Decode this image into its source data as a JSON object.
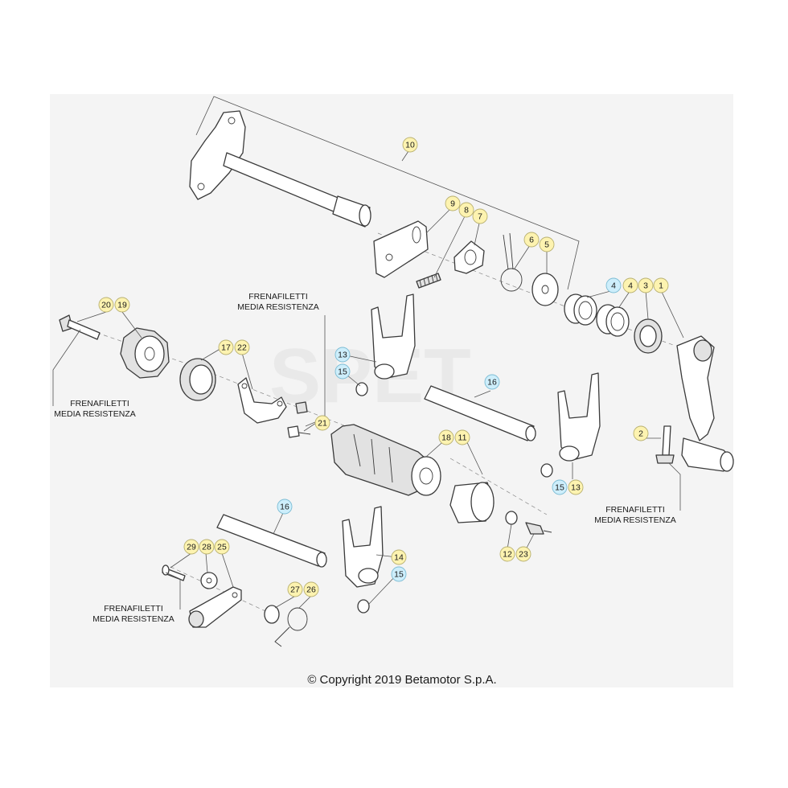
{
  "watermark": "SPET",
  "copyright": "© Copyright 2019 Betamotor S.p.A.",
  "threadlocker_note": {
    "line1": "FRENAFILETTI",
    "line2": "MEDIA RESISTENZA"
  },
  "colors": {
    "callout_yellow": "#fdf3b0",
    "callout_cyan": "#cdeefb",
    "sheet_bg": "#f4f4f4"
  },
  "callouts": [
    {
      "id": "10",
      "style": "yellow"
    },
    {
      "id": "9",
      "style": "yellow"
    },
    {
      "id": "8",
      "style": "yellow"
    },
    {
      "id": "7",
      "style": "yellow"
    },
    {
      "id": "6",
      "style": "yellow"
    },
    {
      "id": "5",
      "style": "yellow"
    },
    {
      "id": "4",
      "style": "cyan"
    },
    {
      "id": "4",
      "style": "yellow"
    },
    {
      "id": "3",
      "style": "yellow"
    },
    {
      "id": "1",
      "style": "yellow"
    },
    {
      "id": "20",
      "style": "yellow"
    },
    {
      "id": "19",
      "style": "yellow"
    },
    {
      "id": "17",
      "style": "yellow"
    },
    {
      "id": "22",
      "style": "yellow"
    },
    {
      "id": "13",
      "style": "cyan"
    },
    {
      "id": "15",
      "style": "cyan"
    },
    {
      "id": "16",
      "style": "cyan"
    },
    {
      "id": "21",
      "style": "yellow"
    },
    {
      "id": "18",
      "style": "yellow"
    },
    {
      "id": "11",
      "style": "yellow"
    },
    {
      "id": "2",
      "style": "yellow"
    },
    {
      "id": "15",
      "style": "cyan"
    },
    {
      "id": "13",
      "style": "yellow"
    },
    {
      "id": "16",
      "style": "cyan"
    },
    {
      "id": "14",
      "style": "yellow"
    },
    {
      "id": "15",
      "style": "cyan"
    },
    {
      "id": "12",
      "style": "yellow"
    },
    {
      "id": "23",
      "style": "yellow"
    },
    {
      "id": "29",
      "style": "yellow"
    },
    {
      "id": "28",
      "style": "yellow"
    },
    {
      "id": "25",
      "style": "yellow"
    },
    {
      "id": "27",
      "style": "yellow"
    },
    {
      "id": "26",
      "style": "yellow"
    }
  ]
}
